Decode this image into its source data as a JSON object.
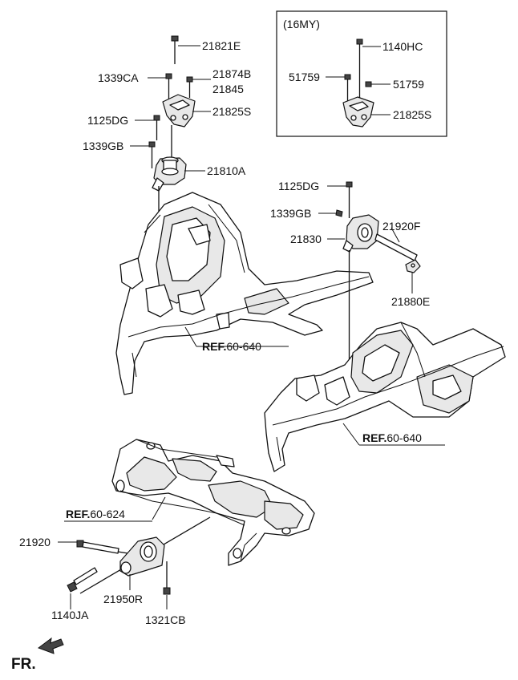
{
  "variant_box": {
    "title": "(16MY)"
  },
  "labels": {
    "p21821E": "21821E",
    "p1339CA": "1339CA",
    "p21874B": "21874B",
    "p21845": "21845",
    "p21825S": "21825S",
    "p1125DG_a": "1125DG",
    "p1339GB_a": "1339GB",
    "p21810A": "21810A",
    "p1140HC": "1140HC",
    "p51759_a": "51759",
    "p51759_b": "51759",
    "p21825S_b": "21825S",
    "p1125DG_b": "1125DG",
    "p1339GB_b": "1339GB",
    "p21920F": "21920F",
    "p21830": "21830",
    "p21880E": "21880E",
    "p21920": "21920",
    "p1140JA": "1140JA",
    "p21950R": "21950R",
    "p1321CB": "1321CB"
  },
  "references": {
    "ref1": {
      "prefix": "REF.",
      "code": "60-640"
    },
    "ref2": {
      "prefix": "REF.",
      "code": "60-640"
    },
    "ref3": {
      "prefix": "REF.",
      "code": "60-624"
    }
  },
  "front_marker": {
    "label": "FR.",
    "icon": "front-arrow-icon"
  }
}
